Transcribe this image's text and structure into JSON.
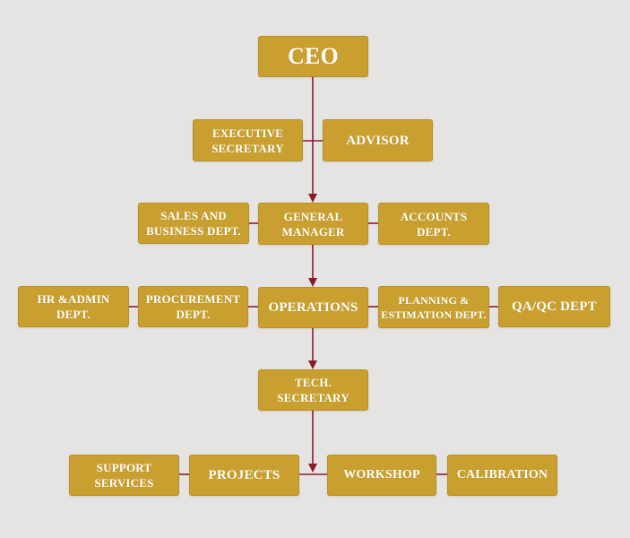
{
  "colors": {
    "background": "#e5e4e3",
    "box_fill": "#c9a030",
    "box_text": "#ffffff",
    "connector": "#8c1c2a"
  },
  "org_chart": {
    "ceo": "CEO",
    "executive_secretary": "EXECUTIVE\nSECRETARY",
    "advisor": "ADVISOR",
    "sales_business": "SALES AND\nBUSINESS DEPT.",
    "general_manager": "GENERAL\nMANAGER",
    "accounts": "ACCOUNTS\nDEPT.",
    "hr_admin": "HR &ADMIN\nDEPT.",
    "procurement": "PROCUREMENT\nDEPT.",
    "operations": "OPERATIONS",
    "planning_estimation": "PLANNING &\nESTIMATION DEPT.",
    "qa_qc": "QA/QC DEPT",
    "tech_secretary": "TECH.\nSECRETARY",
    "support_services": "SUPPORT\nSERVICES",
    "projects": "PROJECTS",
    "workshop": "WORKSHOP",
    "calibration": "CALIBRATION"
  }
}
